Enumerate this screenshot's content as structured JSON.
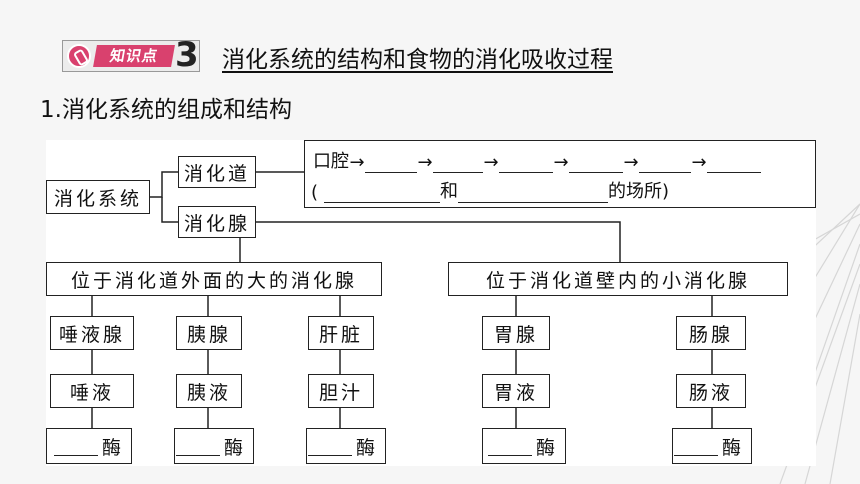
{
  "header": {
    "badge_label": "知识点",
    "badge_number": "3",
    "title": "消化系统的结构和食物的消化吸收过程"
  },
  "subtitle": "1.消化系统的组成和结构",
  "diagram": {
    "root": "消化系统",
    "tract": "消化道",
    "glands": "消化腺",
    "flow": {
      "start": "口腔",
      "arrow": "→",
      "paren_open": "(",
      "and": "和",
      "suffix": "的场所)"
    },
    "large_glands": {
      "title": "位于消化道外面的大的消化腺",
      "items": [
        {
          "gland": "唾液腺",
          "juice": "唾液",
          "enzyme": "酶"
        },
        {
          "gland": "胰腺",
          "juice": "胰液",
          "enzyme": "酶"
        },
        {
          "gland": "肝脏",
          "juice": "胆汁",
          "enzyme": "酶"
        }
      ]
    },
    "small_glands": {
      "title": "位于消化道壁内的小消化腺",
      "items": [
        {
          "gland": "胃腺",
          "juice": "胃液",
          "enzyme": "酶"
        },
        {
          "gland": "肠腺",
          "juice": "肠液",
          "enzyme": "酶"
        }
      ]
    }
  }
}
